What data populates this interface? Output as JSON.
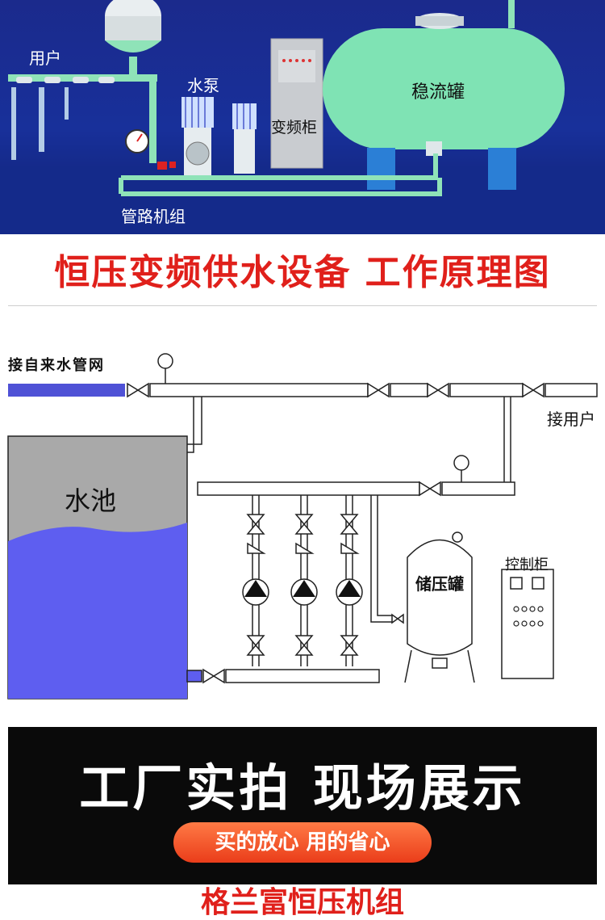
{
  "illustration": {
    "label_users": "用户",
    "label_pump": "水泵",
    "label_vfd": "变频柜",
    "label_tank": "稳流罐",
    "label_pipes": "管路机组"
  },
  "main_title": "恒压变频供水设备 工作原理图",
  "schematic": {
    "label_inlet": "接自来水管网",
    "label_pool": "水池",
    "label_to_users": "接用户",
    "label_pressure_tank": "储压罐",
    "label_control_cabinet": "控制柜"
  },
  "banner": {
    "title": "工厂实拍 现场展示",
    "pill": "买的放心 用的省心"
  },
  "footer_title": "格兰富恒压机组",
  "colors": {
    "accent_red": "#e0201b",
    "pipe_green": "#7fe6b0",
    "deep_blue": "#1b2a8c",
    "water_blue": "#5e5ef0",
    "pill_orange": "#ef5a2a"
  }
}
